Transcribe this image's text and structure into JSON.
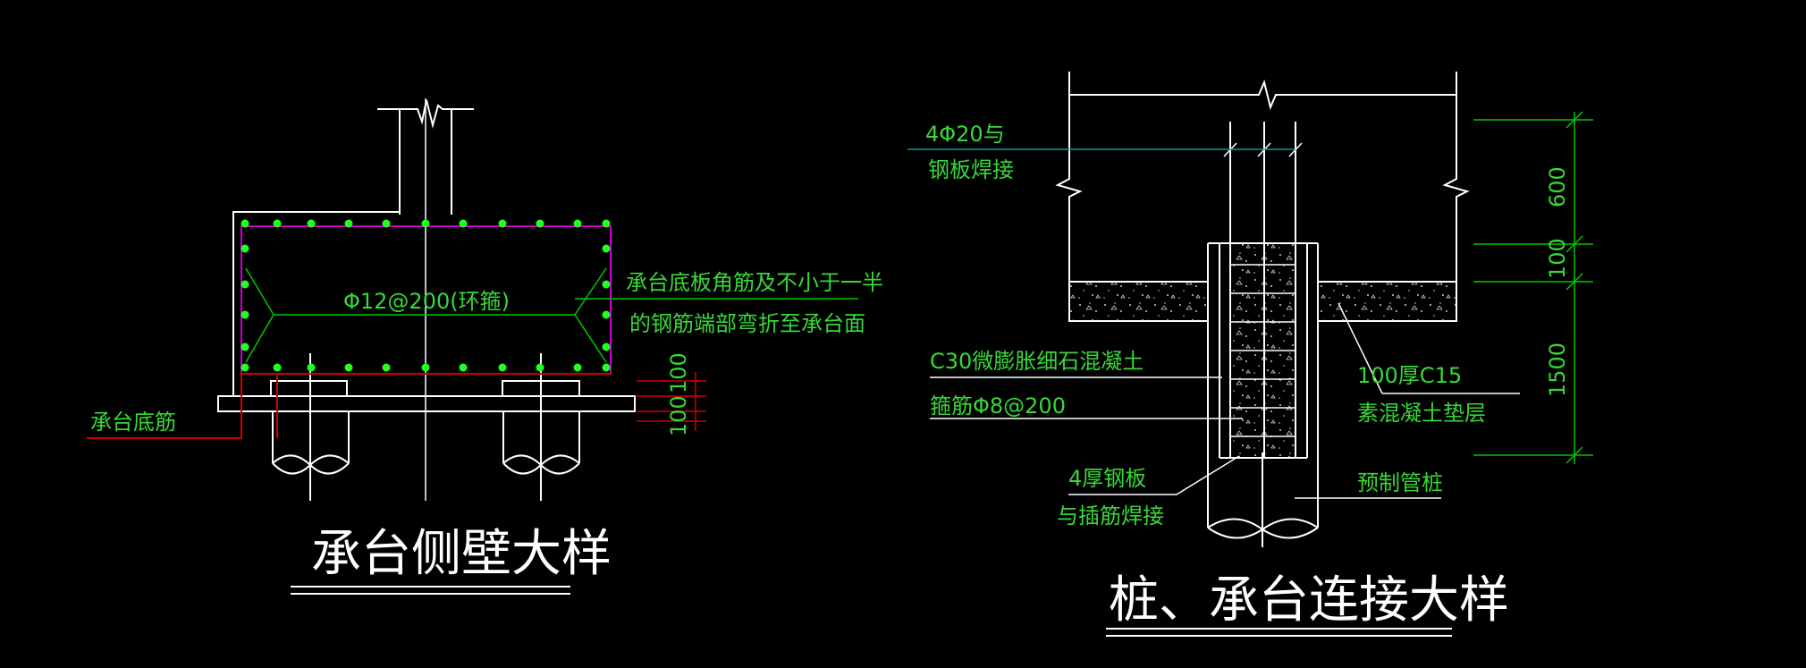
{
  "colors": {
    "background": "#000000",
    "outline": "#ffffff",
    "dimension": "#00c800",
    "label": "#37d837",
    "rebar_dot": "#22ff22",
    "stirrup": "#c800c8",
    "bottom_rebar": "#d00000",
    "leader_cyan": "#00a0a0"
  },
  "left_detail": {
    "title": "承台侧壁大样",
    "stirrup_label": "Φ12@200(环箍)",
    "side_note_line1": "承台底板角筋及不小于一半",
    "side_note_line2": "的钢筋端部弯折至承台面",
    "bottom_rebar_label": "承台底筋",
    "dim_top": "100",
    "dim_bottom": "100"
  },
  "right_detail": {
    "title": "桩、承台连接大样",
    "rebar_label_line1": "4Φ20与",
    "rebar_label_line2": "钢板焊接",
    "concrete_label": "C30微膨胀细石混凝土",
    "stirrup_label": "箍筋Φ8@200",
    "plate_label_line1": "4厚钢板",
    "plate_label_line2": "与插筋焊接",
    "cushion_label_line1": "100厚C15",
    "cushion_label_line2": "素混凝土垫层",
    "pile_label": "预制管桩",
    "dim_600": "600",
    "dim_100": "100",
    "dim_1500": "1500"
  }
}
